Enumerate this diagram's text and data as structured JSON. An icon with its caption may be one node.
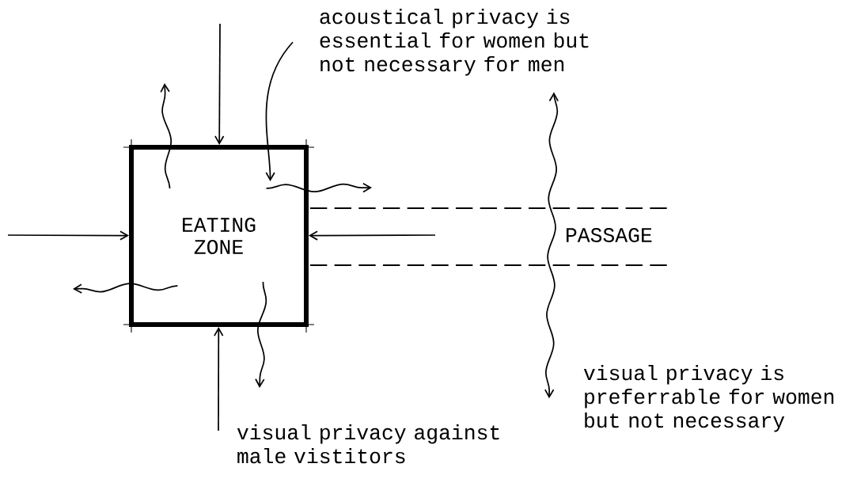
{
  "diagram": {
    "nodes": [
      {
        "text": [
          "EATING ZONE"
        ]
      },
      {
        "text": [
          "acoustical privacy is essential for women but not necessary for men"
        ]
      },
      {
        "text": [
          "visual privacy against male vistitors"
        ]
      },
      {
        "text": [
          "visual privacy is preferrable for women but not necessary"
        ]
      }
    ],
    "edges": [
      {
        "from": null,
        "to": 0,
        "arrow": "to"
      },
      {
        "from": null,
        "to": 0,
        "arrow": "to"
      },
      {
        "from": 2,
        "to": 0,
        "arrow": "to"
      },
      {
        "from": null,
        "to": 0,
        "arrow": "to"
      },
      {
        "from": 1,
        "to": 0,
        "arrow": "to"
      },
      {
        "from": 0,
        "to": null,
        "arrow": "to"
      },
      {
        "from": 0,
        "to": null,
        "arrow": "to"
      },
      {
        "from": 0,
        "to": null,
        "arrow": "to"
      },
      {
        "from": 0,
        "to": null,
        "arrow": "to"
      },
      {
        "from": 1,
        "to": 3,
        "arrow": "both"
      }
    ],
    "labels": [
      "PASSAGE"
    ]
  }
}
